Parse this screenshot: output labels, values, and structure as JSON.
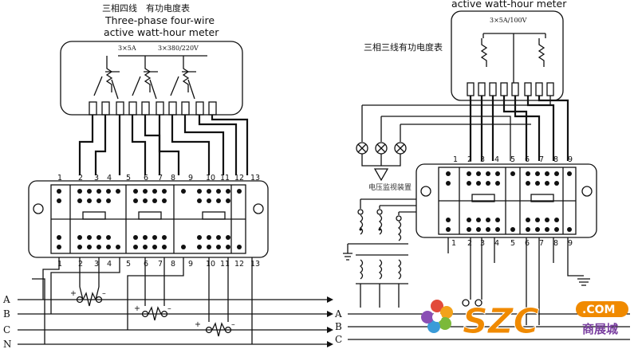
{
  "left": {
    "title_zh": "三相四线　有功电度表",
    "title_en_1": "Three-phase four-wire",
    "title_en_2": "active watt-hour meter",
    "spec_current": "3×5A",
    "spec_voltage": "3×380/220V",
    "terminals_top": [
      "1",
      "2",
      "3",
      "4",
      "5",
      "6",
      "7",
      "8",
      "9",
      "10",
      "11",
      "12",
      "13"
    ],
    "terminals_bottom": [
      "1",
      "2",
      "3",
      "4",
      "5",
      "6",
      "7",
      "8",
      "9",
      "10",
      "11",
      "12",
      "13"
    ],
    "lines": [
      "A",
      "B",
      "C",
      "N"
    ]
  },
  "right": {
    "title_en": "active watt-hour meter",
    "title_zh": "三相三线有功电度表",
    "spec": "3×5A/100V",
    "monitor_label": "电压监视装置",
    "terminals_top": [
      "1",
      "2",
      "3",
      "4",
      "5",
      "6",
      "7",
      "8",
      "9"
    ],
    "terminals_bottom": [
      "1",
      "2",
      "3",
      "4",
      "5",
      "6",
      "7",
      "8",
      "9"
    ],
    "lines": [
      "A",
      "B",
      "C"
    ]
  },
  "watermark": {
    "brand": "SZC",
    "badge": ".COM",
    "tagline": "商展城",
    "brand_color": "#f08a00",
    "accent_color": "#7a3fa0"
  }
}
